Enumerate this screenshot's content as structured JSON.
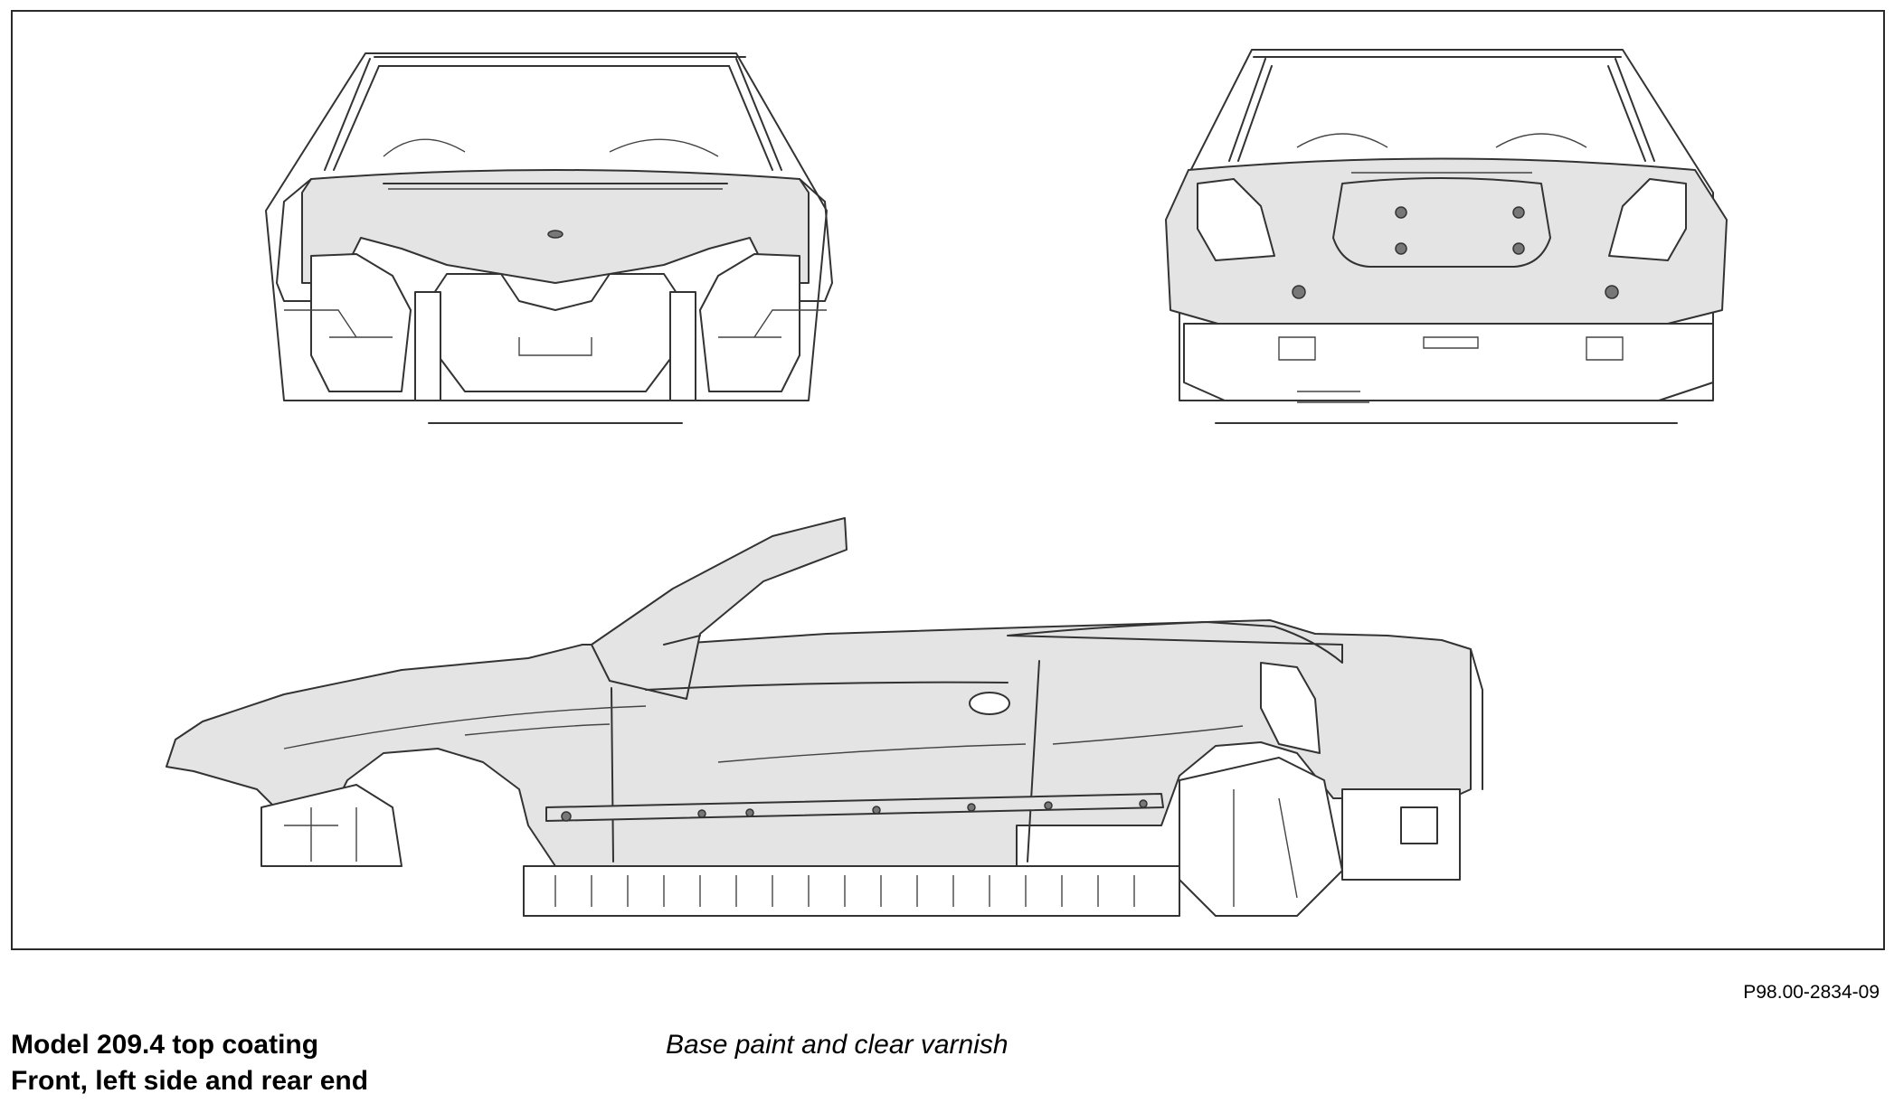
{
  "figure_code": "P98.00-2834-09",
  "caption": {
    "title_line1": "Model 209.4 top coating",
    "title_line2": "Front, left side and rear end",
    "note": "Base paint and clear varnish"
  },
  "views": [
    "front",
    "rear",
    "left-side"
  ],
  "colors": {
    "coated_panels": "#e4e4e4",
    "linework": "#333333",
    "background": "#ffffff"
  }
}
